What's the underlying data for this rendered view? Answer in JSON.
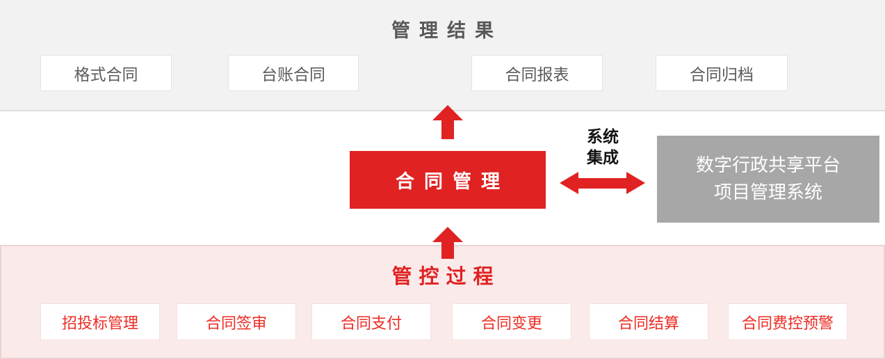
{
  "colors": {
    "accent_red": "#E02222",
    "top_panel_bg": "#F2F2F2",
    "top_panel_border": "#DCDCDC",
    "bottom_panel_bg": "#FBEAEA",
    "bottom_panel_border": "#EBD3D3",
    "platform_box_bg": "#A7A7A7",
    "title_gray": "#58585A",
    "box_text_gray": "#5B5B5D",
    "box_text_red": "#EC2B23"
  },
  "top_panel": {
    "title": "管理结果",
    "boxes": [
      {
        "label": "格式合同"
      },
      {
        "label": "台账合同"
      },
      {
        "label": "合同报表"
      },
      {
        "label": "合同归档"
      }
    ]
  },
  "center": {
    "main_box_label": "合同管理",
    "integration_label": {
      "lines": [
        "系统",
        "集成"
      ]
    },
    "platform_box": {
      "lines": [
        "数字行政共享平台",
        "项目管理系统"
      ]
    }
  },
  "bottom_panel": {
    "title": "管控过程",
    "boxes": [
      {
        "label": "招投标管理"
      },
      {
        "label": "合同签审"
      },
      {
        "label": "合同支付"
      },
      {
        "label": "合同变更"
      },
      {
        "label": "合同结算"
      },
      {
        "label": "合同费控预警"
      }
    ]
  }
}
